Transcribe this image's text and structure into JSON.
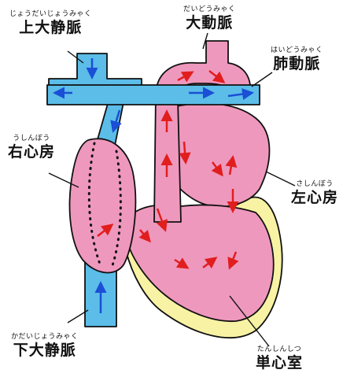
{
  "labels": {
    "superior_vena_cava": {
      "reading": "じょうだいじょうみゃく",
      "name": "上大静脈"
    },
    "aorta": {
      "reading": "だいどうみゃく",
      "name": "大動脈"
    },
    "pulmonary_artery": {
      "reading": "はいどうみゃく",
      "name": "肺動脈"
    },
    "right_atrium": {
      "reading": "うしんぼう",
      "name": "右心房"
    },
    "left_atrium": {
      "reading": "さしんぼう",
      "name": "左心房"
    },
    "inferior_vena_cava": {
      "reading": "かだいじょうみゃく",
      "name": "下大静脈"
    },
    "single_ventricle": {
      "reading": "たんしんしつ",
      "name": "単心室"
    }
  },
  "colors": {
    "heart_pink": "#ef98bd",
    "vessel_blue": "#5bbde8",
    "ventricle_wall_yellow": "#f8f3a4",
    "arrow_red": "#e11e1e",
    "arrow_blue": "#1a4fd6",
    "outline": "#111111"
  }
}
